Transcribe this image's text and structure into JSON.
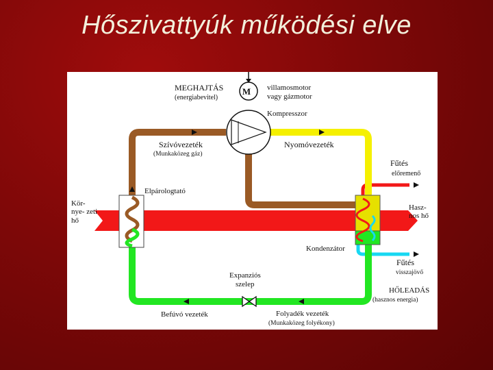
{
  "title": "Hőszivattyúk működési elve",
  "diagram": {
    "motor_symbol": "M",
    "labels": {
      "drive": "MEGHAJTÁS",
      "drive_sub": "(energiabevitel)",
      "motor_line1": "villamosmotor",
      "motor_line2": "vagy gázmotor",
      "compressor": "Kompresszor",
      "suction_line": "Szívóvezeték",
      "suction_sub": "(Munkaközeg gáz)",
      "pressure_line": "Nyomóvezeték",
      "heating_flow_title": "Fűtés",
      "heating_flow_sub": "előremenő",
      "evaporator": "Elpárologtató",
      "env_heat": "Kör- nye- zeti hő",
      "useful_heat": "Hasz- nos hő",
      "condenser": "Kondenzátor",
      "heating_return_title": "Fűtés",
      "heating_return_sub": "visszajövő",
      "expansion_line1": "Expanziós",
      "expansion_line2": "szelep",
      "heat_release": "HŐLEADÁS",
      "heat_release_sub": "(hasznos energia)",
      "fan_line": "Befúvó vezeték",
      "liquid_line": "Folyadék vezeték",
      "liquid_sub": "(Munkaközeg folyékony)"
    },
    "colors": {
      "slide_background": "#7e0808",
      "title_text": "#f3f0dc",
      "suction_pipe": "#9a5a25",
      "pressure_pipe": "#f5f000",
      "liquid_pipe": "#22e622",
      "heat_stream": "#f21818",
      "return_water": "#18d8f2",
      "condenser_fill": "#e6e000"
    }
  }
}
